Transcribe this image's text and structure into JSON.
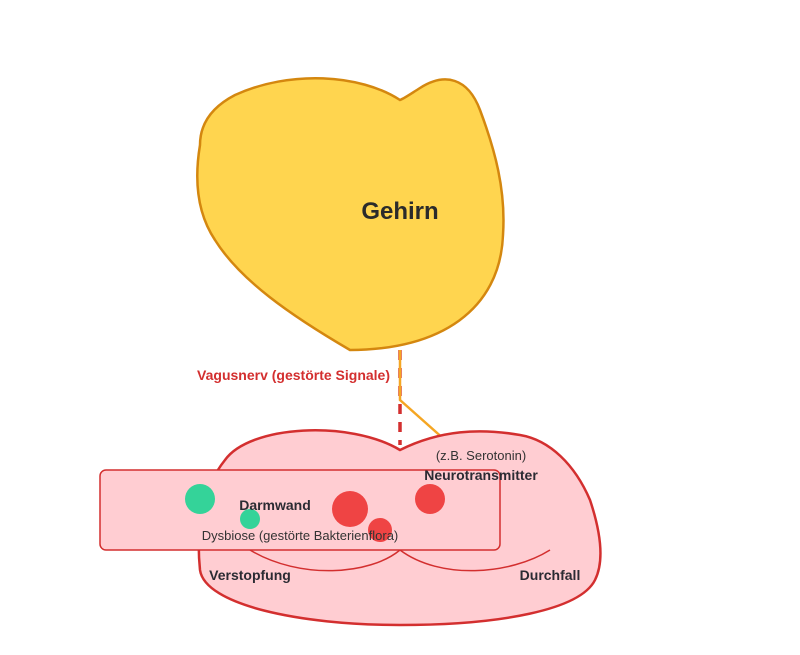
{
  "brain": {
    "label": "Gehirn",
    "fill": "#ffd54f",
    "stroke": "#d4870f"
  },
  "nerve": {
    "label": "Vagusnerv (gestörte Signale)",
    "color": "#d32f2f"
  },
  "neurotransmitter": {
    "label": "Neurotransmitter",
    "example": "(z.B. Serotonin)",
    "line_color": "#f5a623"
  },
  "gut": {
    "fill": "#ffcdd2",
    "stroke": "#d32f2f",
    "wall_label": "Darmwand",
    "dysbiosis_label": "Dysbiose (gestörte Bakterienflora)",
    "constipation_label": "Verstopfung",
    "diarrhea_label": "Durchfall",
    "good_bacteria_color": "#34d399",
    "bad_bacteria_color": "#ef4444"
  }
}
